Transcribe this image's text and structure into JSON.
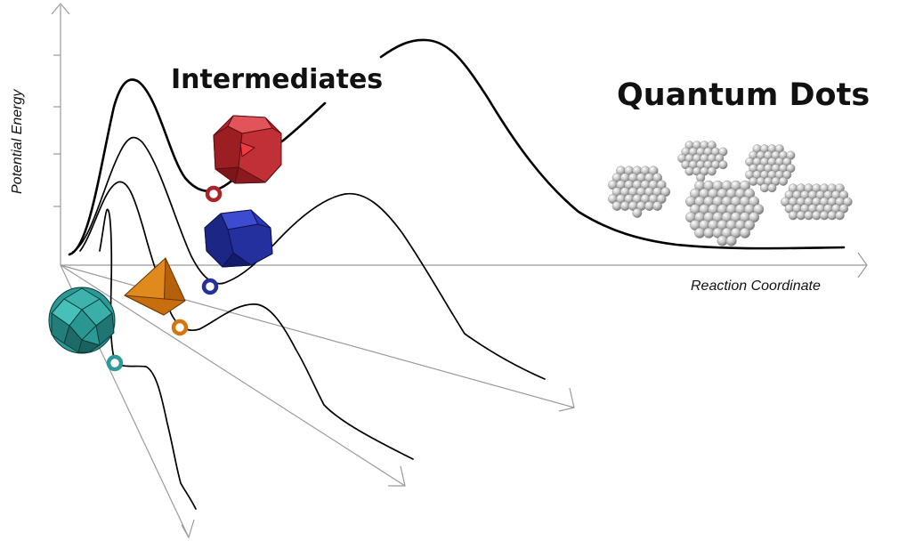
{
  "labels": {
    "intermediates": "Intermediates",
    "quantum_dots": "Quantum Dots",
    "y_axis": "Potential Energy",
    "x_axis": "Reaction Coordinate"
  },
  "colors": {
    "red": "#a8232a",
    "blue": "#25309a",
    "orange": "#d4760d",
    "teal": "#2b9a97",
    "nanoparticle": "#b9b9b9",
    "curve": "#000000",
    "axis": "#9a9a9a"
  },
  "icons": {
    "red": "truncated-octahedron-icon",
    "blue": "rhombic-cluster-icon",
    "orange": "tetrahedron-icon",
    "teal": "icosahedron-icon",
    "dots": "nanoparticle-cluster-icon"
  }
}
